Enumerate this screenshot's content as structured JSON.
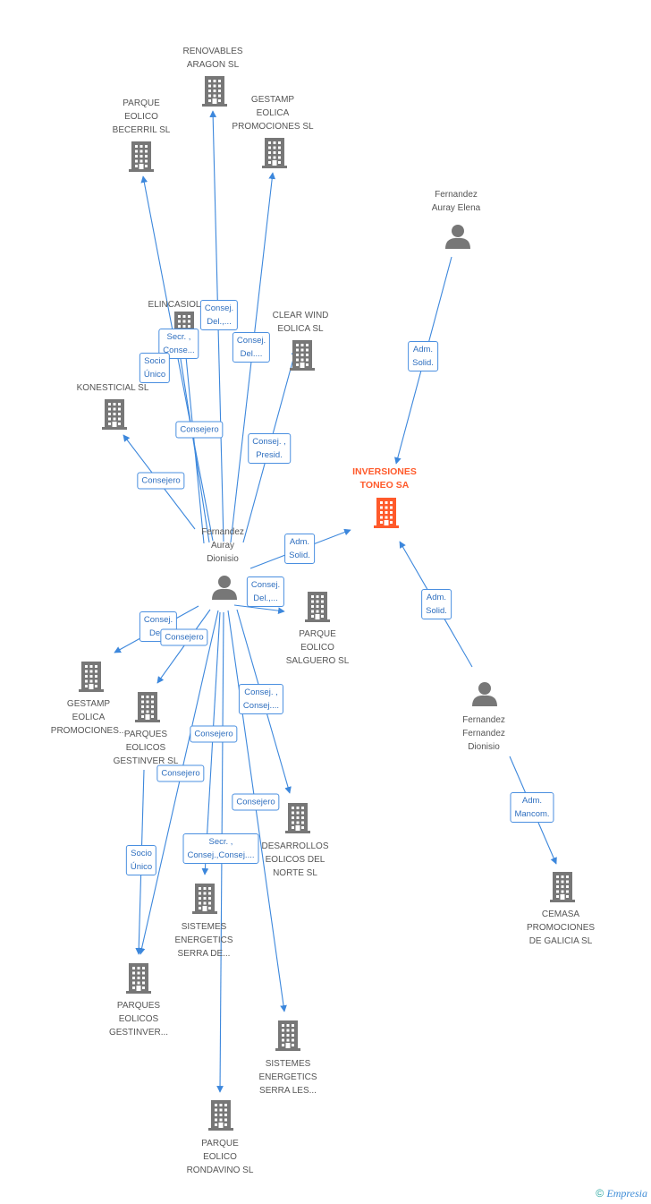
{
  "colors": {
    "edge": "#3c87dc",
    "node": "#777777",
    "focus": "#ff5a2b",
    "label_border": "#4a8fe0"
  },
  "nodes": [
    {
      "id": "renovables",
      "type": "company",
      "label": "RENOVABLES\nARAGON SL"
    },
    {
      "id": "pq_becerril",
      "type": "company",
      "label": "PARQUE\nEOLICO\nBECERRIL SL"
    },
    {
      "id": "gestamp1",
      "type": "company",
      "label": "GESTAMP\nEOLICA\nPROMOCIONES SL"
    },
    {
      "id": "elincasiol",
      "type": "company",
      "label": "ELINCASIOL"
    },
    {
      "id": "clearwind",
      "type": "company",
      "label": "CLEAR WIND\nEOLICA SL"
    },
    {
      "id": "konesticial",
      "type": "company",
      "label": "KONESTICIAL  SL"
    },
    {
      "id": "inversiones",
      "type": "company",
      "label": "INVERSIONES\nTONEO SA",
      "focus": true
    },
    {
      "id": "elena",
      "type": "person",
      "label": "Fernandez\nAuray Elena"
    },
    {
      "id": "dionisio",
      "type": "person",
      "label": "Fernandez\nAuray\nDionisio"
    },
    {
      "id": "salguero",
      "type": "company",
      "label": "PARQUE\nEOLICO\nSALGUERO SL"
    },
    {
      "id": "ffd",
      "type": "person",
      "label": "Fernandez\nFernandez\nDionisio"
    },
    {
      "id": "gestamp2",
      "type": "company",
      "label": "GESTAMP\nEOLICA\nPROMOCIONES..."
    },
    {
      "id": "pq_gest1",
      "type": "company",
      "label": "PARQUES\nEOLICOS\nGESTINVER SL"
    },
    {
      "id": "desarrollos",
      "type": "company",
      "label": "DESARROLLOS\nEOLICOS DEL\nNORTE SL"
    },
    {
      "id": "cemasa",
      "type": "company",
      "label": "CEMASA\nPROMOCIONES\nDE GALICIA SL"
    },
    {
      "id": "sist_serrade",
      "type": "company",
      "label": "SISTEMES\nENERGETICS\nSERRA DE..."
    },
    {
      "id": "pq_gest2",
      "type": "company",
      "label": "PARQUES\nEOLICOS\nGESTINVER..."
    },
    {
      "id": "sist_serrales",
      "type": "company",
      "label": "SISTEMES\nENERGETICS\nSERRA LES..."
    },
    {
      "id": "rondavino",
      "type": "company",
      "label": "PARQUE\nEOLICO\nRONDAVINO SL"
    }
  ],
  "edges": [
    {
      "from": "elena",
      "to": "inversiones",
      "label": "Adm.\nSolid."
    },
    {
      "from": "ffd",
      "to": "inversiones",
      "label": "Adm.\nSolid."
    },
    {
      "from": "ffd",
      "to": "cemasa",
      "label": "Adm.\nMancom."
    },
    {
      "from": "dionisio",
      "to": "inversiones",
      "label": "Adm.\nSolid."
    },
    {
      "from": "dionisio",
      "to": "renovables",
      "label": "Consej.\nDel.,..."
    },
    {
      "from": "dionisio",
      "to": "pq_becerril",
      "label": "Secr. ,\nConse..."
    },
    {
      "from": "dionisio",
      "to": "gestamp1",
      "label": "Consej.\nDel...."
    },
    {
      "from": "dionisio",
      "to": "elincasiol",
      "label": "Socio\nÚnico"
    },
    {
      "from": "dionisio",
      "to": "elincasiol",
      "label": "Consejero"
    },
    {
      "from": "dionisio",
      "to": "clearwind",
      "label": "Consej. ,\nPresid."
    },
    {
      "from": "dionisio",
      "to": "konesticial",
      "label": "Consejero"
    },
    {
      "from": "dionisio",
      "to": "salguero",
      "label": "Consej.\nDel.,..."
    },
    {
      "from": "dionisio",
      "to": "gestamp2",
      "label": "Consej.\nDe..."
    },
    {
      "from": "dionisio",
      "to": "pq_gest1",
      "label": "Consejero"
    },
    {
      "from": "dionisio",
      "to": "desarrollos",
      "label": "Consej. ,\nConsej...."
    },
    {
      "from": "dionisio",
      "to": "pq_gest2",
      "label": "Consejero"
    },
    {
      "from": "dionisio",
      "to": "sist_serrales",
      "label": "Consejero"
    },
    {
      "from": "dionisio",
      "to": "sist_serrade",
      "label": "Consejero"
    },
    {
      "from": "dionisio",
      "to": "rondavino",
      "label": "Secr. ,\nConsej.,Consej...."
    },
    {
      "from": "pq_gest1",
      "to": "pq_gest2",
      "label": "Socio\nÚnico"
    }
  ],
  "footer": {
    "copyright": "©",
    "brand": "Empresia"
  }
}
